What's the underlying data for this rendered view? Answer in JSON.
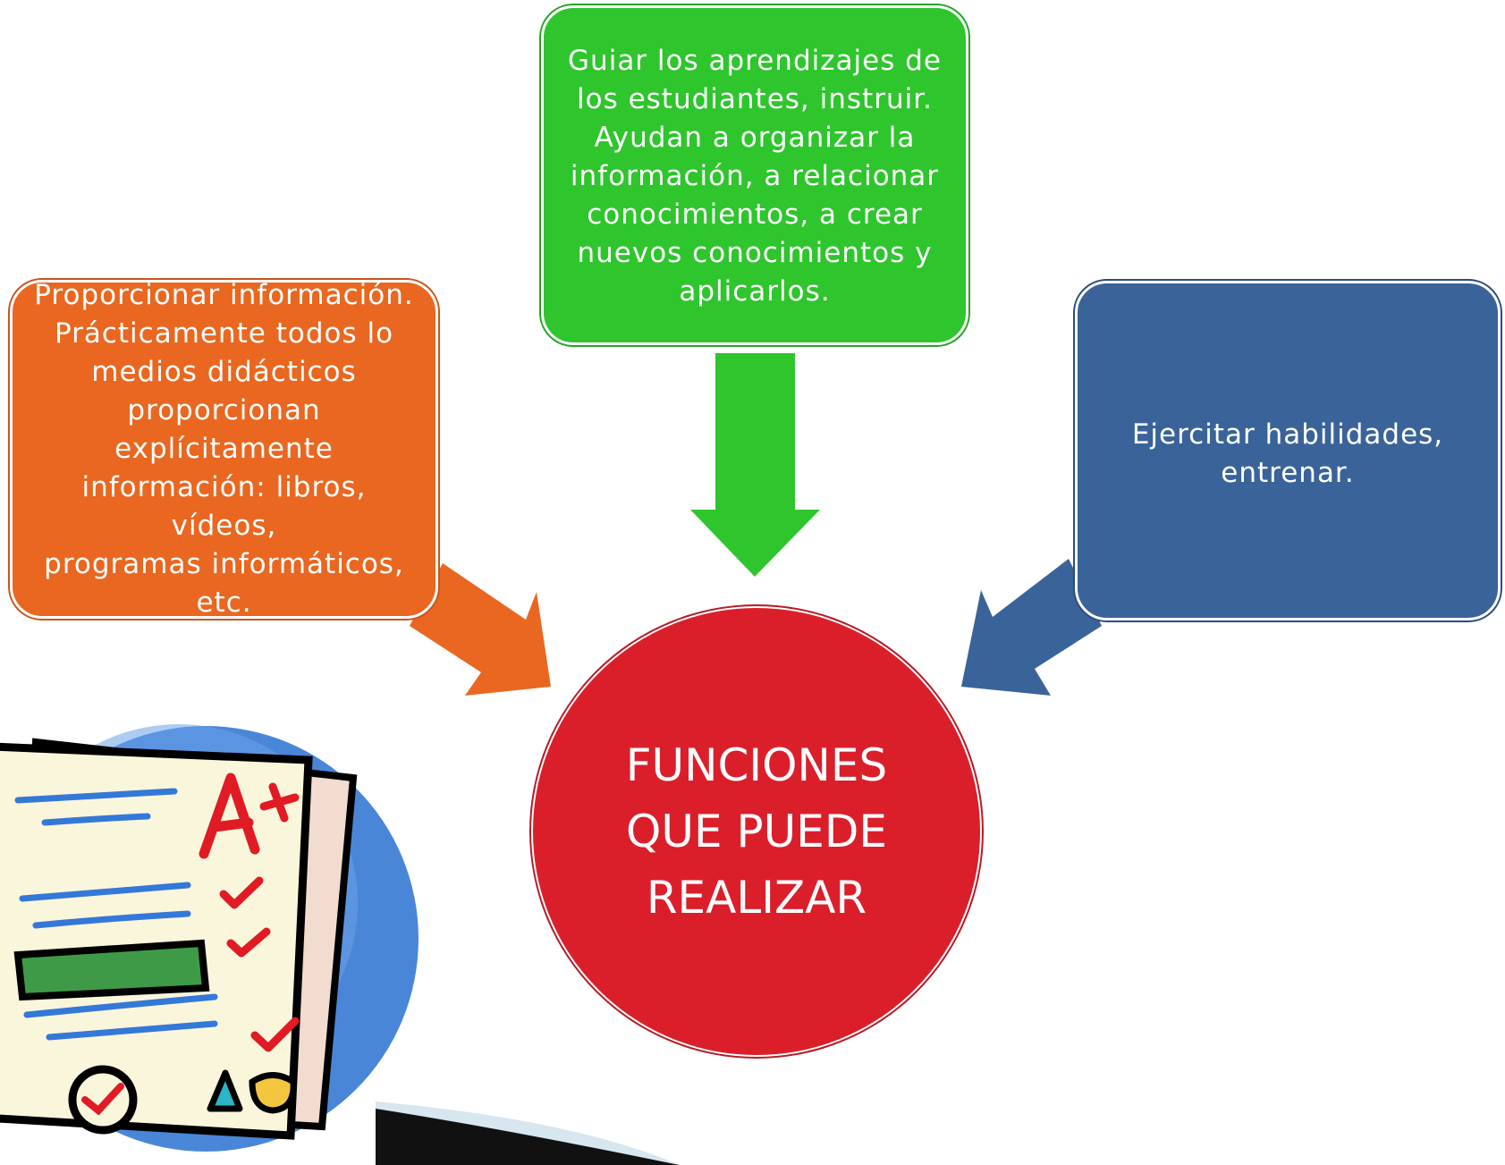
{
  "center": {
    "title": "FUNCIONES\nQUE PUEDE\nREALIZAR"
  },
  "boxes": {
    "green": {
      "text": "Guiar los aprendizajes de\nlos estudiantes, instruir.\nAyudan a organizar la\ninformación, a relacionar\nconocimientos, a crear\nnuevos conocimientos y\naplicarlos."
    },
    "orange": {
      "text": "Proporcionar información.\nPrácticamente todos lo\nmedios didácticos\nproporcionan explícitamente\ninformación: libros, vídeos,\nprogramas informáticos,\netc."
    },
    "blue": {
      "text": "Ejercitar habilidades,\nentrenar."
    }
  },
  "clipart": {
    "grade_text": "A+"
  },
  "colors": {
    "green": "#2fc52d",
    "orange": "#e96720",
    "blue": "#3a6399",
    "red": "#da1f2b"
  }
}
